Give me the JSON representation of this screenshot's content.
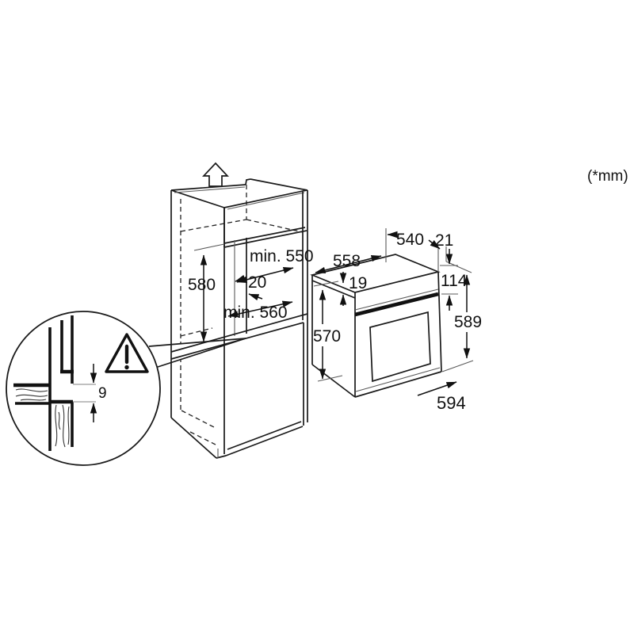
{
  "page": {
    "background": "#ffffff",
    "line_color": "#1a1a1a",
    "units_note": "(*mm)"
  },
  "cabinet_dims": {
    "niche_height": "580",
    "niche_depth_top": "min. 550",
    "rear_gap": "20",
    "niche_depth_bottom": "min. 560"
  },
  "oven_dims": {
    "top_edge_depth": "558",
    "top_width": "540",
    "rear_clearance": "21",
    "front_top_inset": "19",
    "control_panel_height": "114",
    "front_height": "570",
    "total_height": "589",
    "bottom_width": "594"
  },
  "detail_dims": {
    "shelf_gap": "9"
  },
  "icons": {
    "extraction_arrow": "hollow-up-arrow",
    "warning": "exclamation-triangle",
    "detail_callout": "magnifier-circle"
  }
}
